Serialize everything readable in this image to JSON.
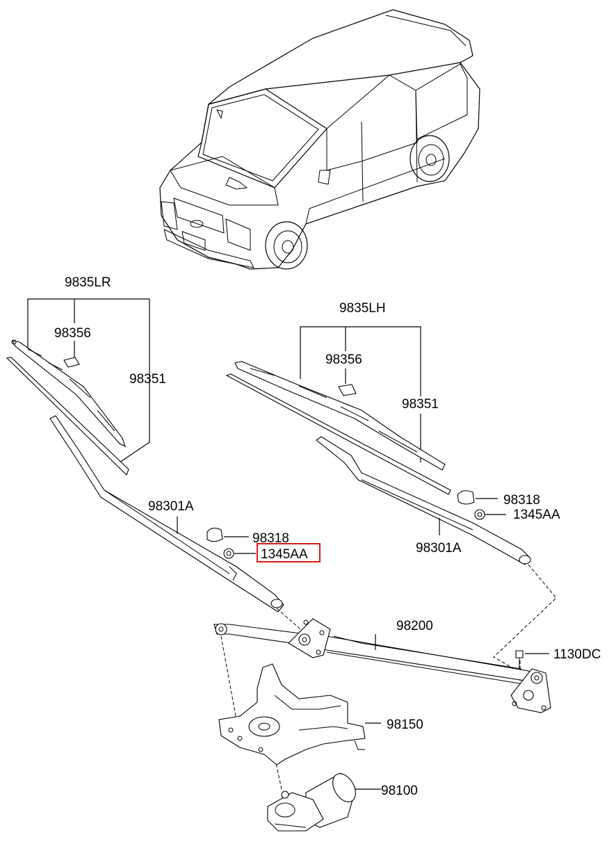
{
  "labels": {
    "blade_assy_rh": "9835LR",
    "insert_rh": "98356",
    "refill_rh": "98351",
    "blade_assy_lh": "9835LH",
    "insert_lh": "98356",
    "refill_lh": "98351",
    "arm_rh": "98301A",
    "arm_lh": "98301A",
    "cap_rh": "98318",
    "cap_lh": "98318",
    "nut_rh": "1345AA",
    "nut_lh": "1345AA",
    "linkage": "98200",
    "bolt": "1130DC",
    "bracket": "98150",
    "motor": "98100"
  },
  "highlight_color": "#d9191c"
}
